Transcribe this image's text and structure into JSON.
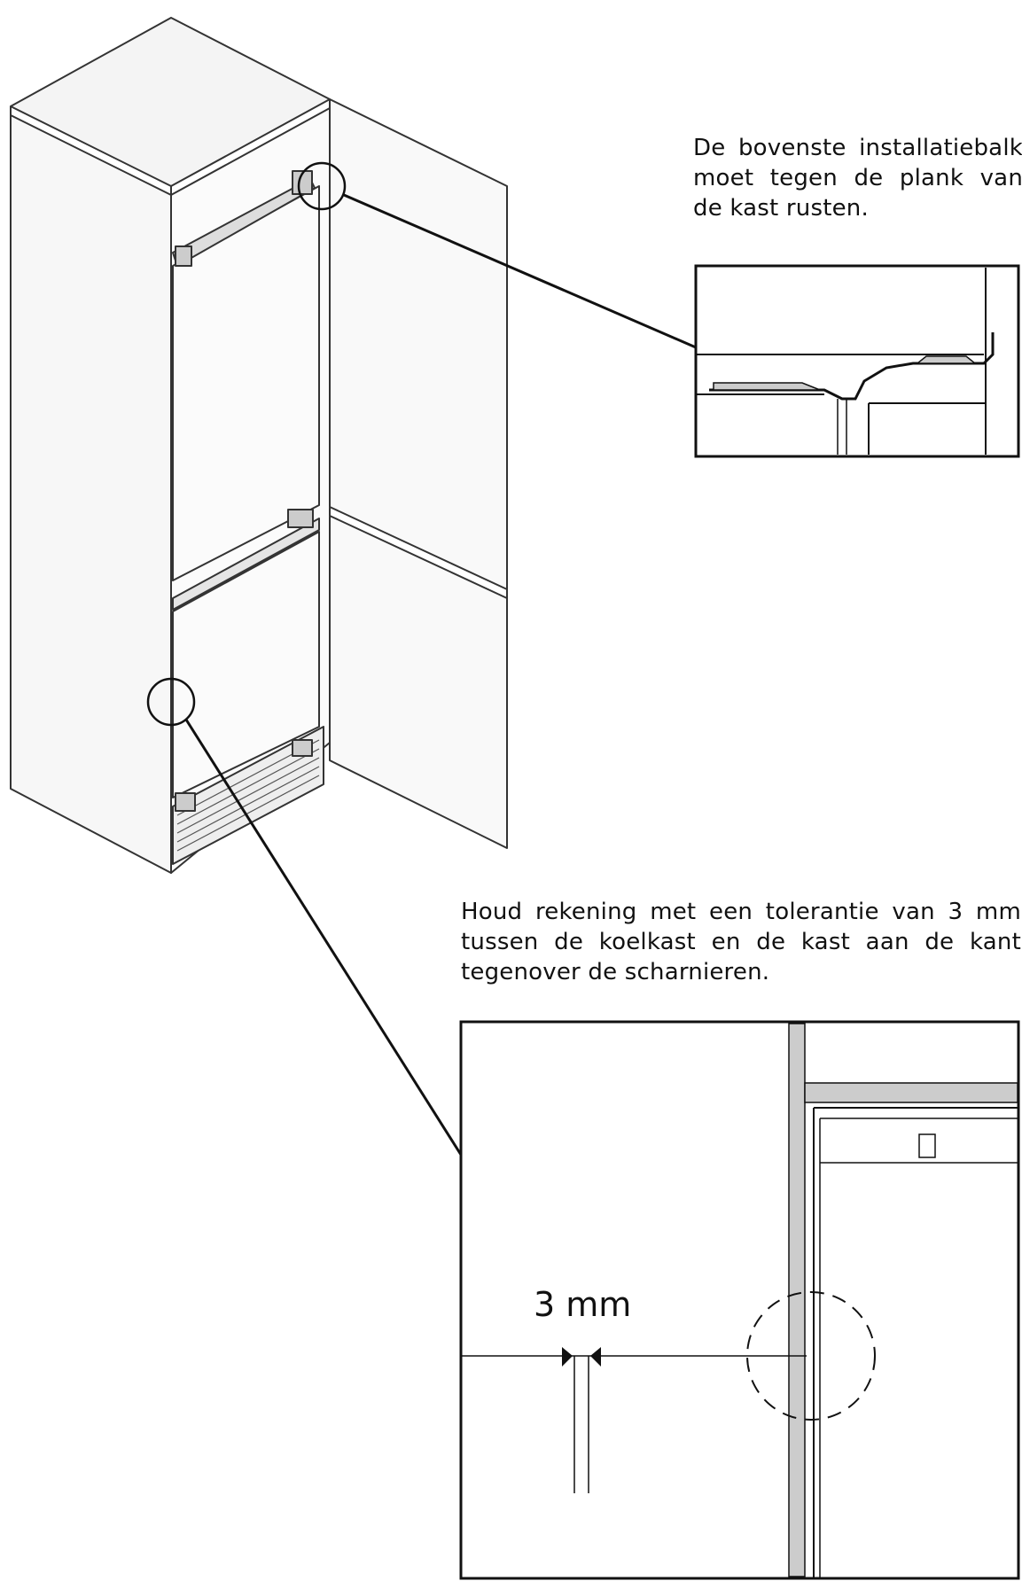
{
  "captions": {
    "top": "De bovenste installatiebalk moet tegen de plank van de kast rusten.",
    "bottom": "Houd rekening met een tolerantie van 3 mm tussen de koelkast en de kast aan de kant tegenover de scharnieren."
  },
  "measurement": {
    "label": "3 mm"
  }
}
